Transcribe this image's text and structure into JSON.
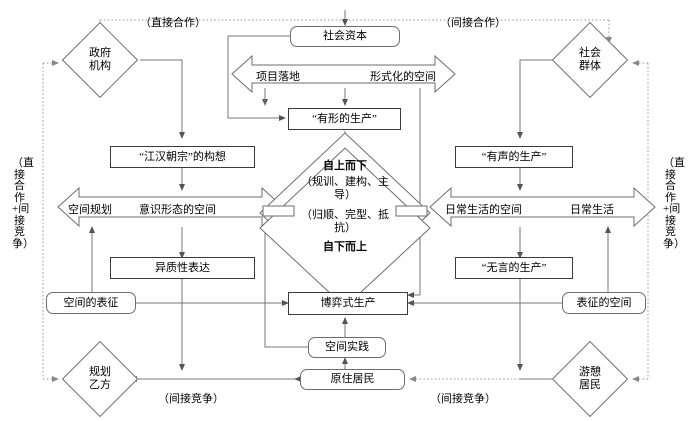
{
  "figure": {
    "type": "concept-diagram",
    "title": "",
    "style": {
      "stroke": "#6d6d6d",
      "stroke_dark": "#3a3a3a",
      "dotted_stroke": "#999999",
      "background": "#ffffff"
    }
  },
  "actors": {
    "government": "政府\n机构",
    "social_group": "社会\n群体",
    "planning_party_b": "规划\n乙方",
    "leisure_residents": "游憩\n居民"
  },
  "nodes": {
    "social_capital": "社会资本",
    "tangible_production": "“有形的生产”",
    "jianghan_concept": "“江汉朝宗”的构想",
    "heterogeneous_expression": "异质性表达",
    "representation_of_space": "空间的表征",
    "game_production": "博弈式生产",
    "spatial_practice": "空间实践",
    "indigenous_residents": "原住居民",
    "vocal_production": "“有声的生产”",
    "silent_production": "“无言的生产”",
    "space_of_representation": "表征的空间"
  },
  "arrow_bands": {
    "top": {
      "left_text": "项目落地",
      "right_text": "形式化的空间"
    },
    "left": {
      "left_text": "空间规划",
      "right_text": "意识形态的空间"
    },
    "right": {
      "left_text": "日常生活的空间",
      "right_text": "日常生活"
    }
  },
  "center": {
    "top_down": "自上而下",
    "top_down_detail": "（规训、建构、主\n导）",
    "bottom_up_detail": "（归顺、完型、抵\n抗）",
    "bottom_up": "自下而上"
  },
  "relation_labels": {
    "top_left": "（直接合作）",
    "top_right": "（间接合作）",
    "left_side": "（直接合作+间接竞争）",
    "right_side": "（直接合作+间接竞争）",
    "bottom_left": "（间接竞争）",
    "bottom_right": "（间接竞争）"
  }
}
